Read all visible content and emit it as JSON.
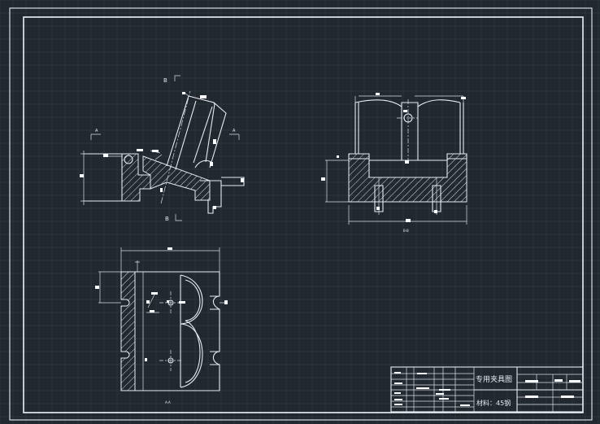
{
  "drawing": {
    "section_labels": {
      "b_top": "B",
      "b_bottom": "B",
      "a_left": "A",
      "a_right": "A"
    },
    "view_captions": {
      "front_section": "B-B",
      "top_section": "A-A"
    }
  },
  "title_block": {
    "title": "专用夹具图",
    "material": "材料：45钢"
  },
  "colors": {
    "background": "#212830",
    "grid": "#2c343d",
    "line": "#e8ecef"
  }
}
